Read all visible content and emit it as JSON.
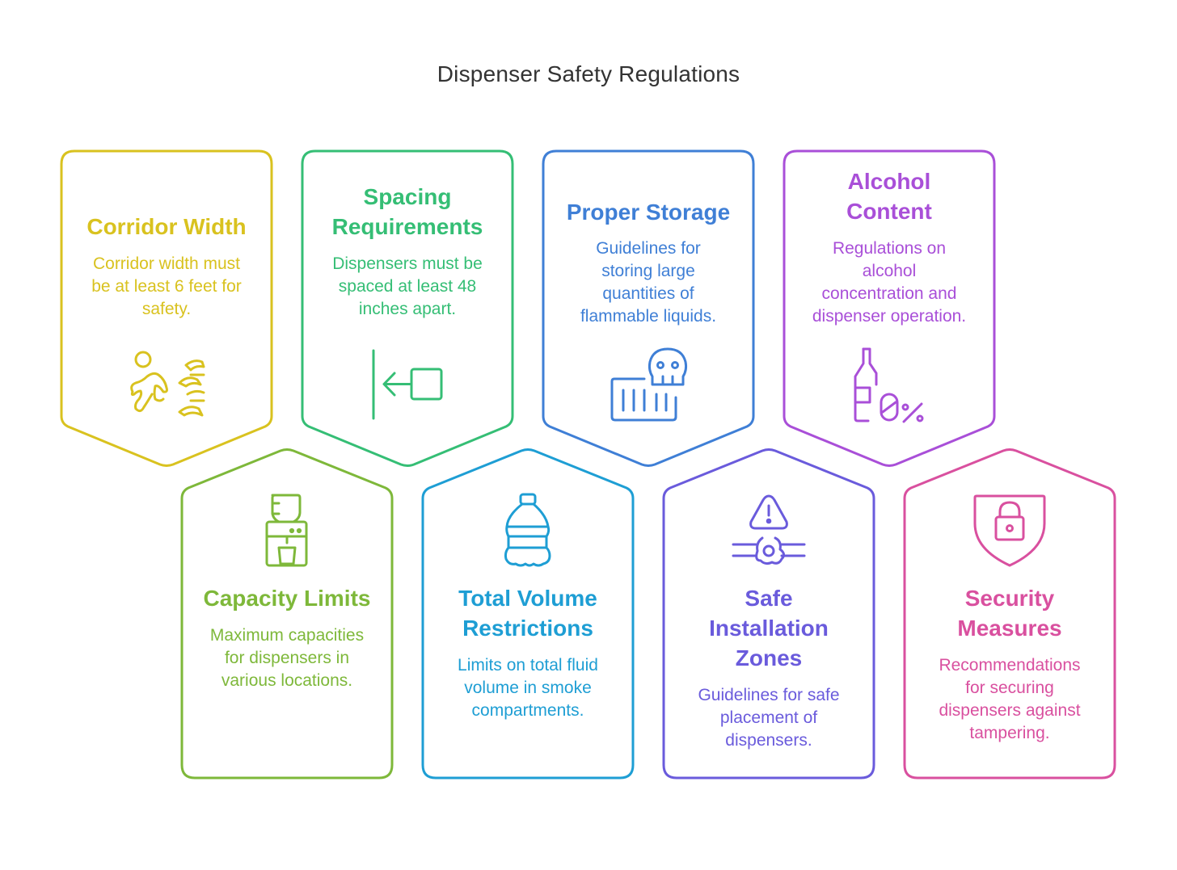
{
  "title": "Dispenser Safety Regulations",
  "cards": [
    {
      "id": "corridor-width",
      "heading": "Corridor Width",
      "description_lines": [
        "Corridor width must",
        "be at least 6 feet for",
        "safety."
      ],
      "color": "#D9C21F",
      "icon": "running-person-wind-icon",
      "row": "top"
    },
    {
      "id": "spacing-requirements",
      "heading_lines": [
        "Spacing",
        "Requirements"
      ],
      "description_lines": [
        "Dispensers must be",
        "spaced at least 48",
        "inches apart."
      ],
      "color": "#35BE75",
      "icon": "align-left-arrow-icon",
      "row": "top"
    },
    {
      "id": "proper-storage",
      "heading": "Proper Storage",
      "description_lines": [
        "Guidelines for",
        "storing large",
        "quantities of",
        "flammable liquids."
      ],
      "color": "#3F7FD6",
      "icon": "toxic-container-skull-icon",
      "row": "top"
    },
    {
      "id": "alcohol-content",
      "heading_lines": [
        "Alcohol",
        "Content"
      ],
      "description_lines": [
        "Regulations on",
        "alcohol",
        "concentration and",
        "dispenser operation."
      ],
      "color": "#A94FD8",
      "icon": "bottle-percent-icon",
      "row": "top"
    },
    {
      "id": "capacity-limits",
      "heading": "Capacity Limits",
      "description_lines": [
        "Maximum capacities",
        "for dispensers in",
        "various locations."
      ],
      "color": "#7EB83A",
      "icon": "water-cooler-icon",
      "row": "bottom"
    },
    {
      "id": "total-volume-restrictions",
      "heading_lines": [
        "Total Volume",
        "Restrictions"
      ],
      "description_lines": [
        "Limits on total fluid",
        "volume in smoke",
        "compartments."
      ],
      "color": "#1E9ED4",
      "icon": "plastic-bottle-icon",
      "row": "bottom"
    },
    {
      "id": "safe-installation-zones",
      "heading_lines": [
        "Safe",
        "Installation",
        "Zones"
      ],
      "description_lines": [
        "Guidelines for safe",
        "placement of",
        "dispensers."
      ],
      "color": "#6A5BDC",
      "icon": "pipe-valve-warning-icon",
      "row": "bottom"
    },
    {
      "id": "security-measures",
      "heading_lines": [
        "Security",
        "Measures"
      ],
      "description_lines": [
        "Recommendations",
        "for securing",
        "dispensers against",
        "tampering."
      ],
      "color": "#D9509F",
      "icon": "shield-lock-icon",
      "row": "bottom"
    }
  ]
}
